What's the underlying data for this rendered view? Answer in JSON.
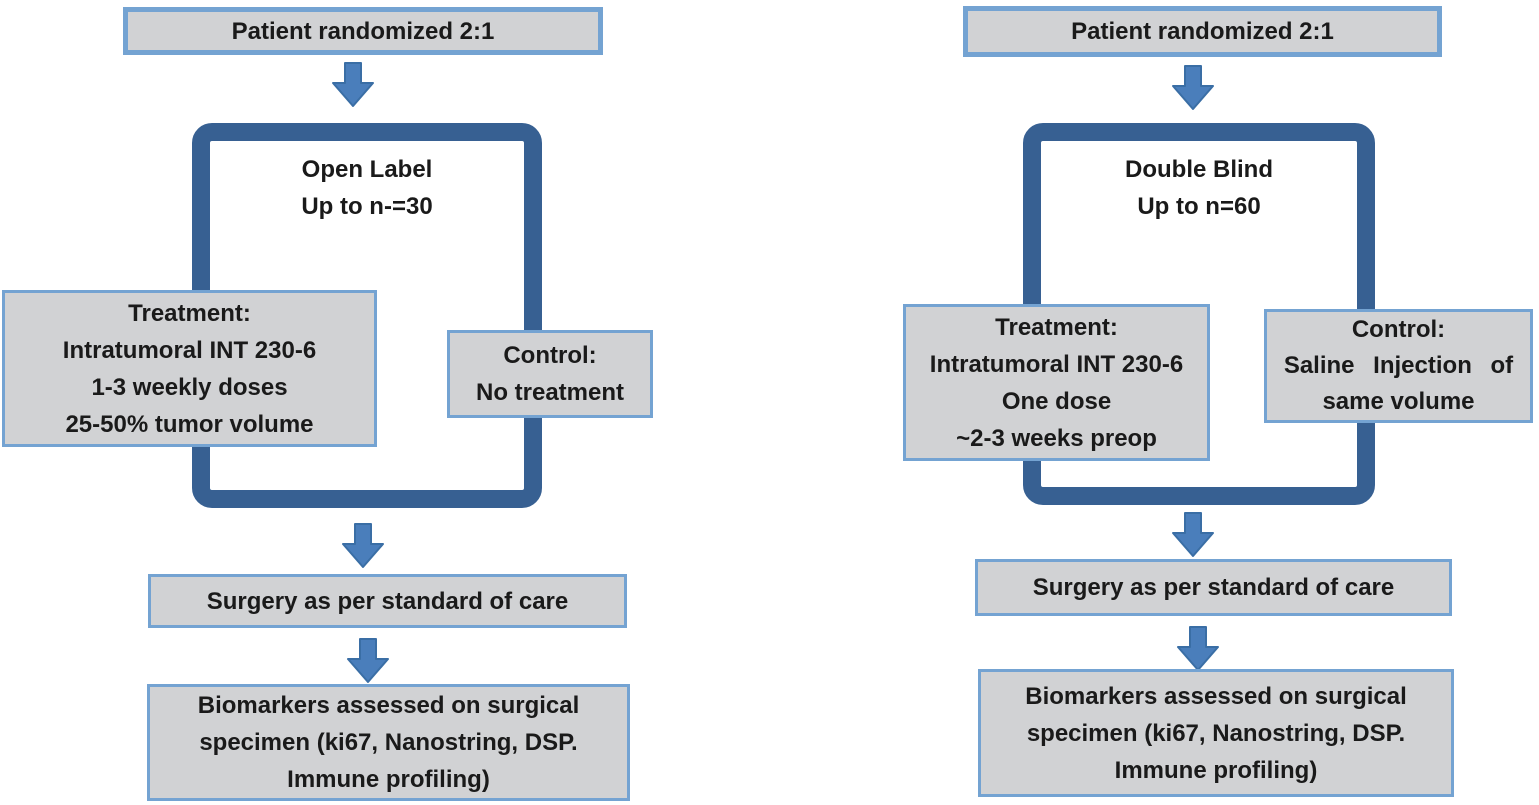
{
  "colors": {
    "box_fill": "#d1d2d4",
    "box_border": "#74a3d2",
    "frame_border": "#376092",
    "arrow_fill": "#4a7ebb",
    "arrow_stroke": "#3a6ea5",
    "text": "#1a1a1a",
    "background": "#ffffff"
  },
  "left_flow": {
    "randomized": "Patient randomized 2:1",
    "phase": {
      "line1": "Open Label",
      "line2": "Up to n-=30"
    },
    "treatment_lines": [
      "Treatment:",
      "Intratumoral INT 230-6",
      "1-3 weekly doses",
      "25-50% tumor volume"
    ],
    "control_lines": [
      "Control:",
      "No treatment"
    ],
    "surgery": "Surgery as per standard of care",
    "biomarker_lines": [
      "Biomarkers assessed on surgical",
      "specimen (ki67, Nanostring, DSP.",
      "Immune profiling)"
    ]
  },
  "right_flow": {
    "randomized": "Patient randomized 2:1",
    "phase": {
      "line1": "Double Blind",
      "line2": "Up to n=60"
    },
    "treatment_lines": [
      "Treatment:",
      "Intratumoral INT 230-6",
      "One dose",
      "~2-3 weeks preop"
    ],
    "control_lines": [
      "Control:",
      "Saline Injection of",
      "same volume"
    ],
    "surgery": "Surgery as per standard of care",
    "biomarker_lines": [
      "Biomarkers assessed on surgical",
      "specimen (ki67, Nanostring, DSP.",
      "Immune profiling)"
    ]
  }
}
